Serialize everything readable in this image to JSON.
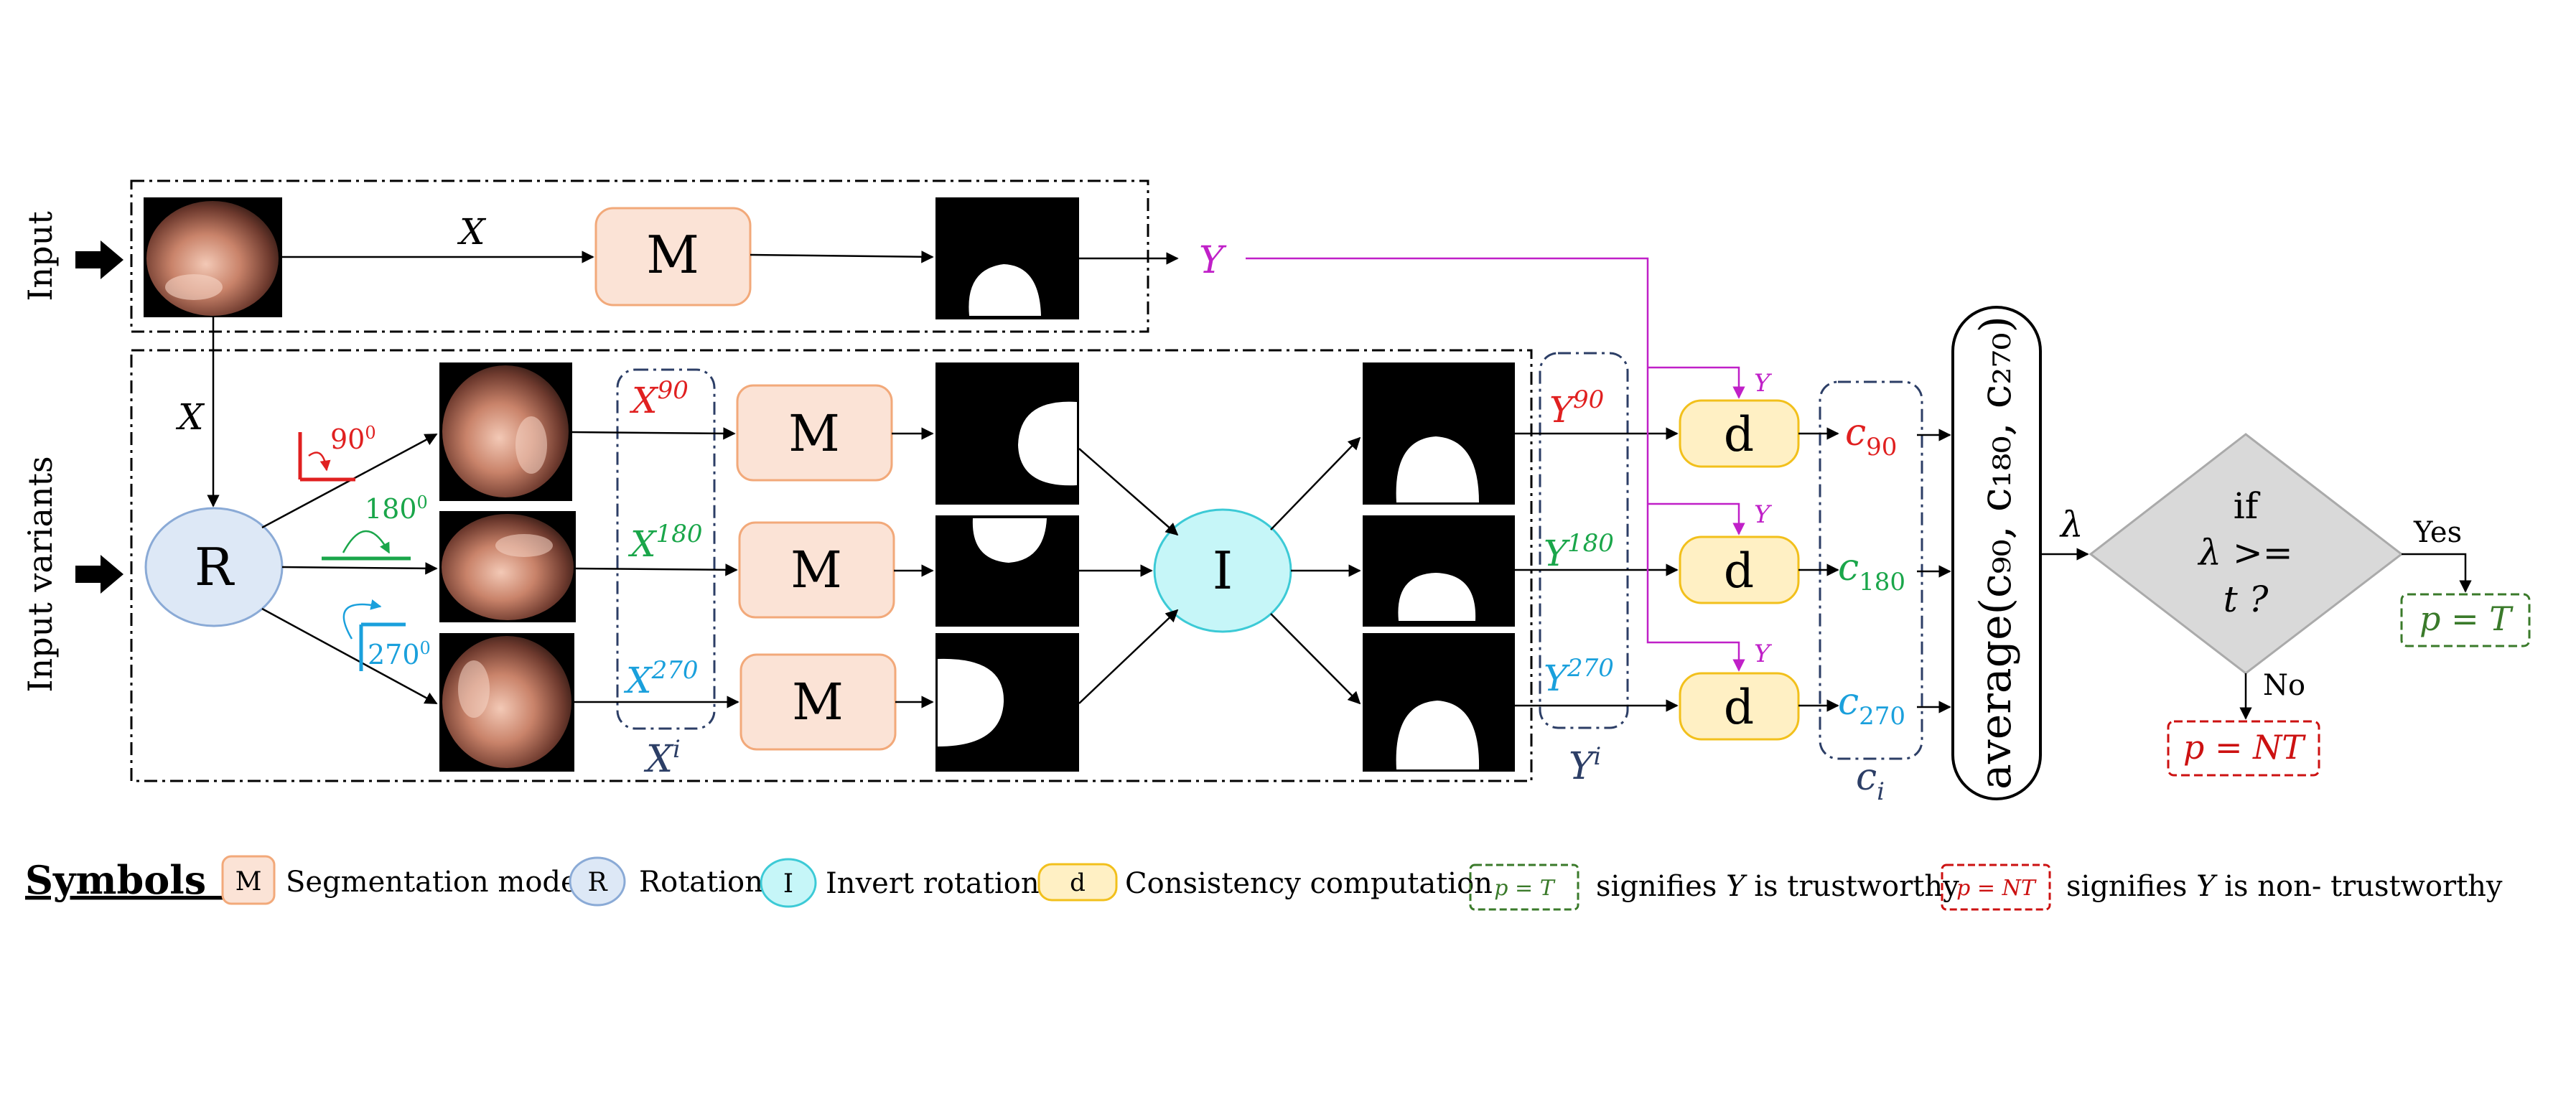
{
  "colors": {
    "red": "#e02020",
    "green": "#1aa64a",
    "cyan": "#1aa0dc",
    "magenta": "#c020c8",
    "navy": "#2c3e66",
    "darkgreen": "#3a7a2a",
    "darkred": "#cc1111",
    "model_fill": "#fbe3d6",
    "model_stroke": "#f2a97a",
    "rot_fill": "#dde8f6",
    "rot_stroke": "#8aaad6",
    "inv_fill": "#c6f6f8",
    "inv_stroke": "#3ccad6",
    "cons_fill": "#fff0c4",
    "cons_stroke": "#f2c01c"
  },
  "rows": {
    "input": "Input",
    "variants": "Input variants"
  },
  "nodes": {
    "model": "M",
    "rotation": "R",
    "invert": "I",
    "consistency": "d"
  },
  "labels": {
    "x": "X",
    "y": "Y",
    "x90_base": "X",
    "x90_sup": "90",
    "x180_base": "X",
    "x180_sup": "180",
    "x270_base": "X",
    "x270_sup": "270",
    "xi_base": "X",
    "xi_sup": "i",
    "y90_base": "Y",
    "y90_sup": "90",
    "y180_base": "Y",
    "y180_sup": "180",
    "y270_base": "Y",
    "y270_sup": "270",
    "yi_base": "Y",
    "yi_sup": "i",
    "c90_base": "c",
    "c90_sub": "90",
    "c180_base": "c",
    "c180_sub": "180",
    "c270_base": "c",
    "c270_sub": "270",
    "ci_base": "c",
    "ci_sub": "i",
    "angle90": "90",
    "angle180": "180",
    "angle270": "270",
    "deg": "0",
    "average": "average(c₉₀, c₁₈₀, c₂₇₀)",
    "lambda": "λ",
    "decision_line1": "if",
    "decision_line2": "λ >=",
    "decision_line3": "t ?",
    "yes": "Yes",
    "no": "No",
    "p_t": "p = T",
    "p_nt": "p = NT"
  },
  "legend": {
    "title": "Symbols :",
    "model_text": "Segmentation model",
    "rotation_text": "Rotation",
    "invert_text": "Invert rotation",
    "consistency_text": "Consistency computation",
    "trust_prefix": "signifies",
    "trust_y": "Y",
    "trust_suffix": "is trustworthy",
    "nontrust_prefix": "signifies",
    "nontrust_y": "Y",
    "nontrust_suffix": "is non- trustworthy"
  }
}
